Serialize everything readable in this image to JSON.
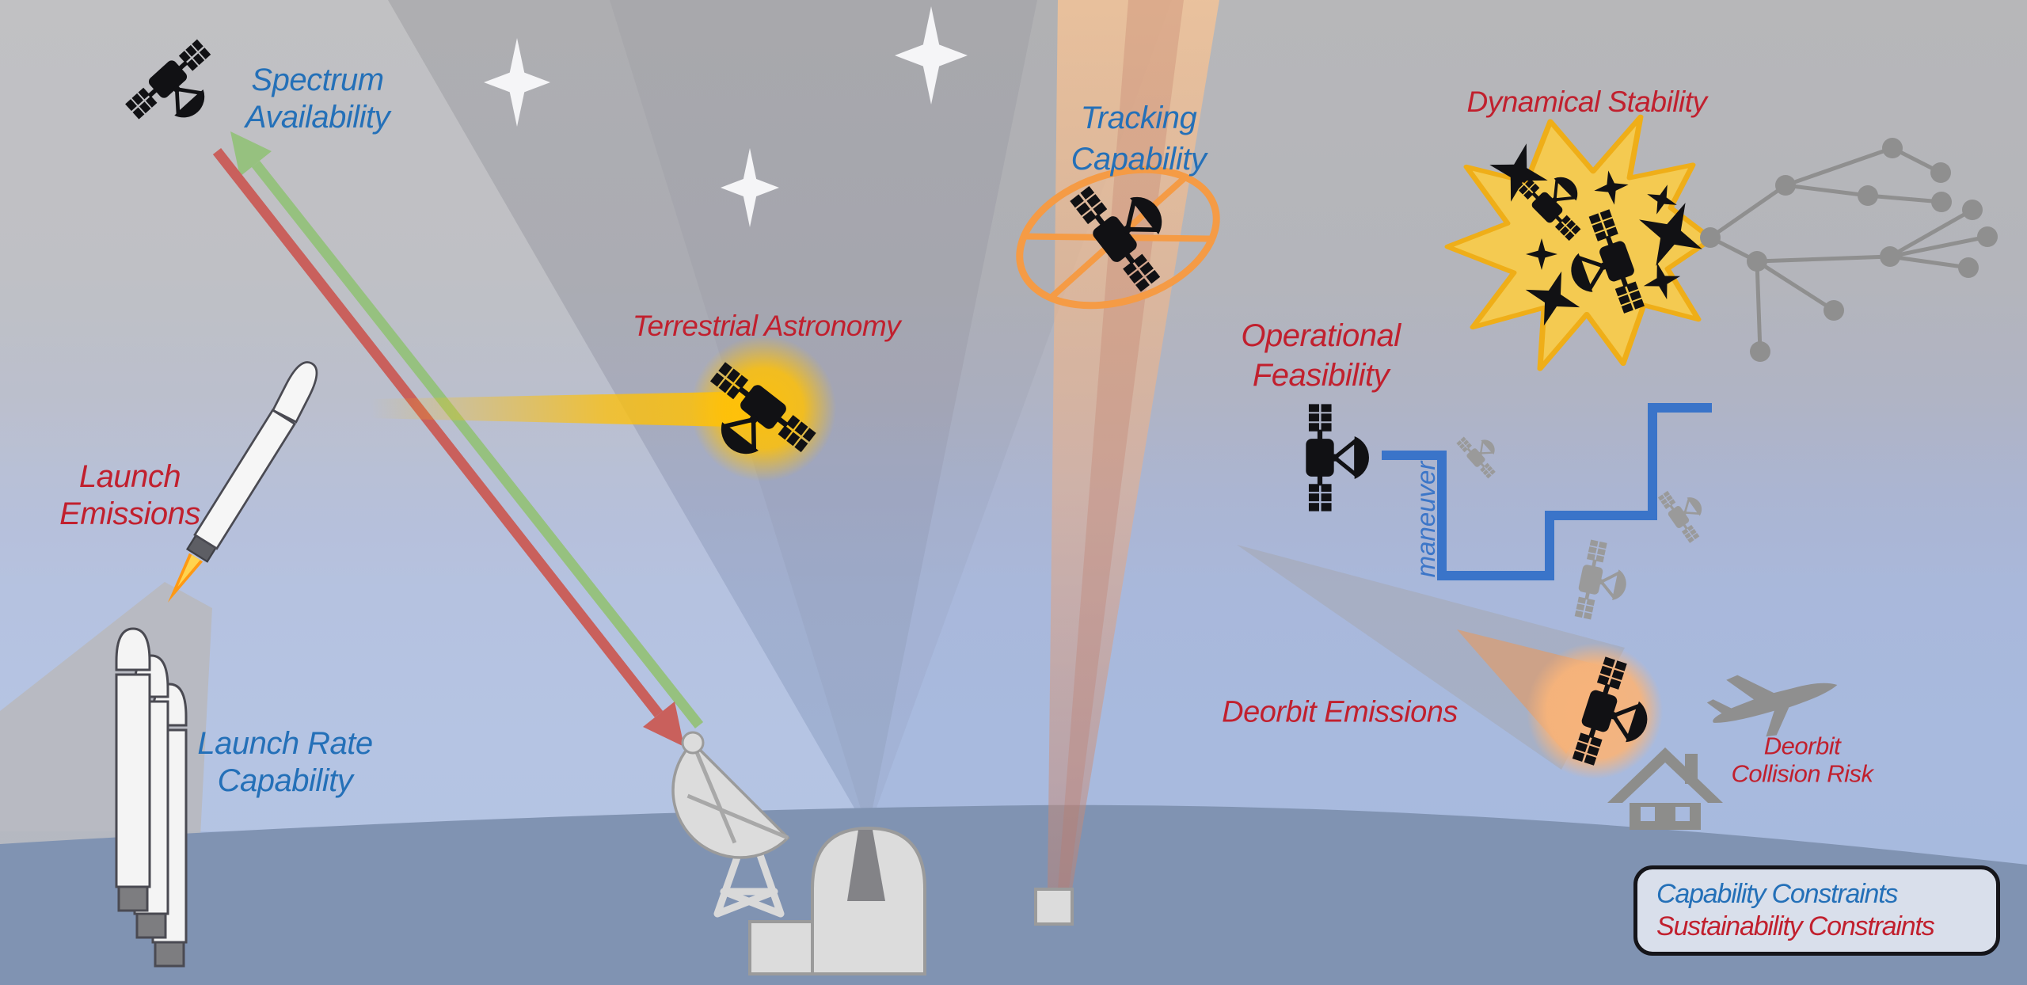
{
  "diagram": "satellite-constellation-constraints-overview",
  "colors": {
    "capability_blue": "#2470b8",
    "sustainability_red": "#c1202e",
    "maneuver_blue": "#3c76c8",
    "sky_top_gray": "#b7b7b9",
    "sky_bottom_blue": "#a6b9dd",
    "earth_ground": "#8093b2",
    "legend_background": "#d9dfeb",
    "starburst_yellow": "#f4ca51",
    "astronomy_glow_yellow": "#ffc107",
    "tracking_orange": "#f59b45",
    "uplink_green": "#96c17f",
    "downlink_red": "#c9605c",
    "maneuver_line_blue": "#3a74c9",
    "deorbit_glow_orange": "#f8b47a",
    "gray_icons": "#8f8f8f"
  },
  "labels": [
    {
      "id": "spectrum-availability",
      "lines": [
        "Spectrum",
        "Availability"
      ],
      "color": "blue"
    },
    {
      "id": "launch-emissions",
      "lines": [
        "Launch",
        "Emissions"
      ],
      "color": "red"
    },
    {
      "id": "launch-rate-capability",
      "lines": [
        "Launch Rate",
        "Capability"
      ],
      "color": "blue"
    },
    {
      "id": "terrestrial-astronomy",
      "lines": [
        "Terrestrial Astronomy"
      ],
      "color": "red"
    },
    {
      "id": "tracking-capability",
      "lines": [
        "Tracking",
        "Capability"
      ],
      "color": "blue"
    },
    {
      "id": "dynamical-stability",
      "lines": [
        "Dynamical Stability"
      ],
      "color": "red"
    },
    {
      "id": "operational-feasibility",
      "lines": [
        "Operational",
        "Feasibility"
      ],
      "color": "red"
    },
    {
      "id": "deorbit-emissions",
      "lines": [
        "Deorbit Emissions"
      ],
      "color": "red"
    },
    {
      "id": "deorbit-collision-risk",
      "lines": [
        "Deorbit",
        "Collision Risk"
      ],
      "color": "red"
    }
  ],
  "maneuver": {
    "text": "maneuver"
  },
  "legend": {
    "items": [
      {
        "text": "Capability Constraints",
        "color": "blue"
      },
      {
        "text": "Sustainability Constraints",
        "color": "red"
      }
    ]
  },
  "icons": [
    "satellite-icon",
    "gray-satellite-icon",
    "rocket-flying-icon",
    "rocket-standing-icon",
    "ground-dish-icon",
    "observatory-dome-icon",
    "tracking-station-icon",
    "house-icon",
    "airplane-icon",
    "star-icon",
    "black-sparkle-icon",
    "collision-starburst-icon",
    "debris-cascade-icon",
    "orbit-reticle-icon",
    "uplink-arrow-icon",
    "downlink-arrow-icon",
    "maneuver-path-icon"
  ]
}
